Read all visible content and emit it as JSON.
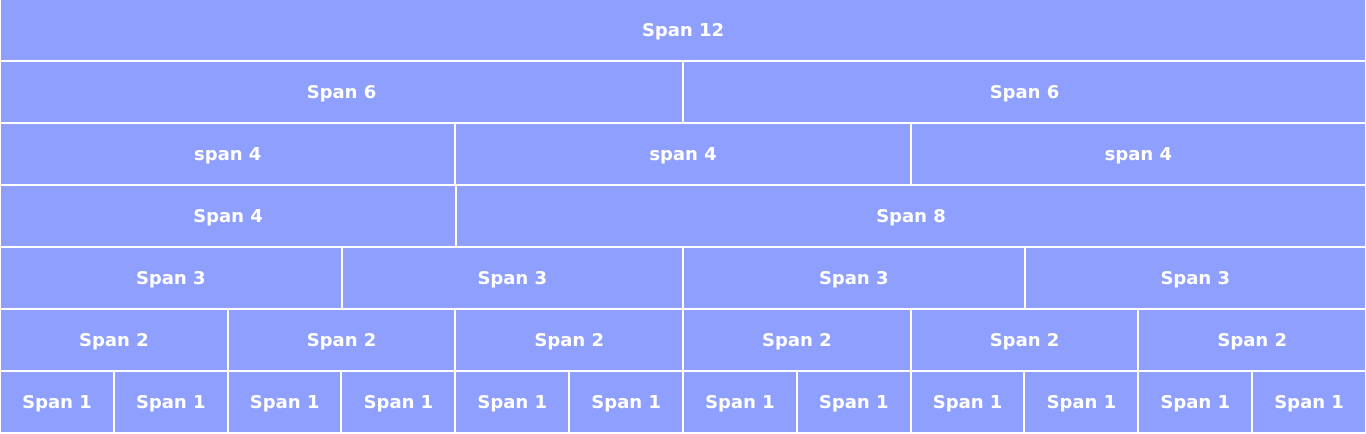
{
  "colors": {
    "cell_background": "#8f9ffd",
    "cell_text": "#ffffff",
    "gutter": "#ffffff"
  },
  "rows": [
    {
      "cells": [
        {
          "label": "Span 12",
          "span": 12
        }
      ]
    },
    {
      "cells": [
        {
          "label": "Span 6",
          "span": 6
        },
        {
          "label": "Span 6",
          "span": 6
        }
      ]
    },
    {
      "cells": [
        {
          "label": "span 4",
          "span": 4
        },
        {
          "label": "span 4",
          "span": 4
        },
        {
          "label": "span 4",
          "span": 4
        }
      ]
    },
    {
      "cells": [
        {
          "label": "Span 4",
          "span": 4
        },
        {
          "label": "Span 8",
          "span": 8
        }
      ]
    },
    {
      "cells": [
        {
          "label": "Span 3",
          "span": 3
        },
        {
          "label": "Span 3",
          "span": 3
        },
        {
          "label": "Span 3",
          "span": 3
        },
        {
          "label": "Span 3",
          "span": 3
        }
      ]
    },
    {
      "cells": [
        {
          "label": "Span 2",
          "span": 2
        },
        {
          "label": "Span 2",
          "span": 2
        },
        {
          "label": "Span 2",
          "span": 2
        },
        {
          "label": "Span 2",
          "span": 2
        },
        {
          "label": "Span 2",
          "span": 2
        },
        {
          "label": "Span 2",
          "span": 2
        }
      ]
    },
    {
      "cells": [
        {
          "label": "Span 1",
          "span": 1
        },
        {
          "label": "Span 1",
          "span": 1
        },
        {
          "label": "Span 1",
          "span": 1
        },
        {
          "label": "Span 1",
          "span": 1
        },
        {
          "label": "Span 1",
          "span": 1
        },
        {
          "label": "Span 1",
          "span": 1
        },
        {
          "label": "Span 1",
          "span": 1
        },
        {
          "label": "Span 1",
          "span": 1
        },
        {
          "label": "Span 1",
          "span": 1
        },
        {
          "label": "Span 1",
          "span": 1
        },
        {
          "label": "Span 1",
          "span": 1
        },
        {
          "label": "Span 1",
          "span": 1
        }
      ]
    }
  ]
}
